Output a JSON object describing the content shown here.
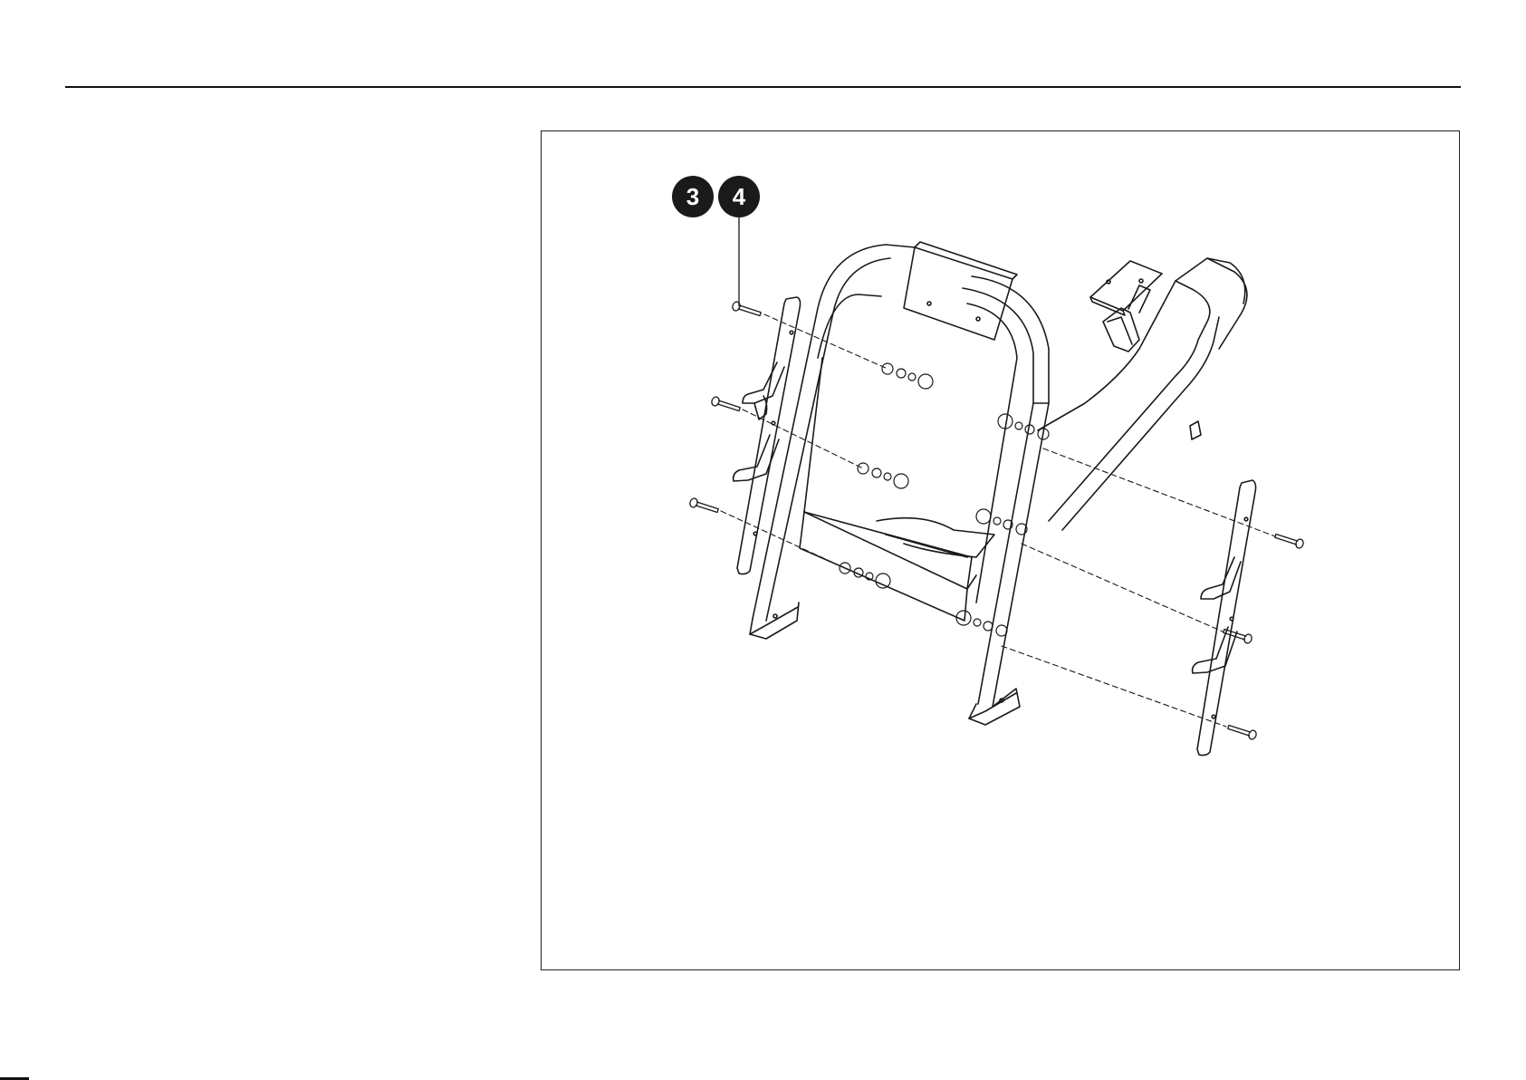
{
  "callouts": [
    "3",
    "4"
  ],
  "colors": {
    "line": "#1a1a1a",
    "callout_fill": "#1a1a1a",
    "callout_text": "#ffffff"
  },
  "figure": {
    "kind": "exploded assembly drawing"
  }
}
